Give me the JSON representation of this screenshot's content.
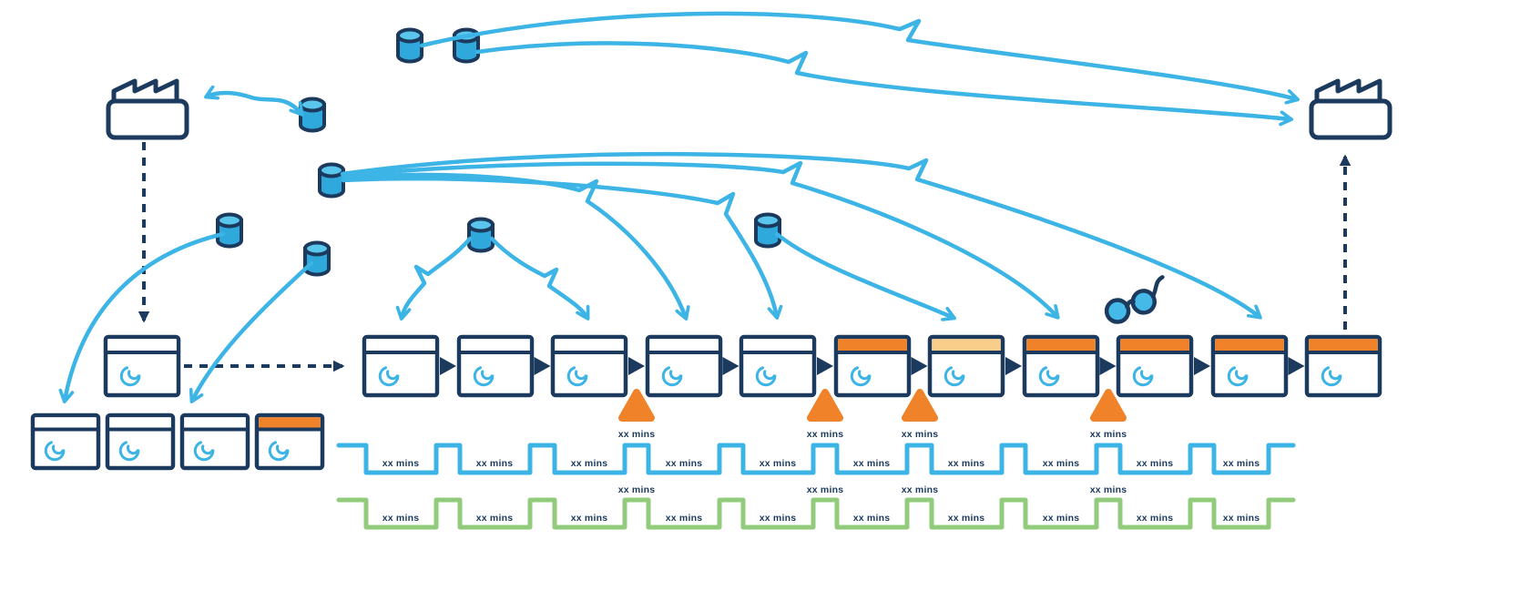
{
  "diagram": {
    "type": "value-stream-map"
  },
  "colors": {
    "navy": "#1B3A5E",
    "blue": "#3CB4E5",
    "orange": "#F0832A",
    "light_orange": "#F9CD8A",
    "green": "#93CB7C"
  },
  "icons": {
    "factory": "factory-icon",
    "inventory": "cylinder-icon",
    "operator": "operator-spiral-icon",
    "push": "push-arrow-icon",
    "alert": "alert-triangle-icon",
    "review": "glasses-icon",
    "info_flow": "info-flow-arrow",
    "scheduled_flow": "dashed-arrow"
  },
  "process_row": {
    "box_count": 11,
    "header_styles": [
      "white",
      "white",
      "white",
      "white",
      "white",
      "orange",
      "light-orange",
      "orange",
      "orange",
      "orange",
      "orange"
    ]
  },
  "side_boxes": {
    "box_count": 4,
    "header_styles": [
      "white",
      "white",
      "white",
      "orange"
    ]
  },
  "timelines": {
    "blue": {
      "segment_labels": [
        "xx mins",
        "xx mins",
        "xx mins",
        "xx mins",
        "xx mins",
        "xx mins",
        "xx mins",
        "xx mins",
        "xx mins",
        "xx mins"
      ],
      "peak_labels": [
        "xx mins",
        "xx mins",
        "xx mins",
        "xx mins"
      ]
    },
    "green": {
      "segment_labels": [
        "xx mins",
        "xx mins",
        "xx mins",
        "xx mins",
        "xx mins",
        "xx mins",
        "xx mins",
        "xx mins",
        "xx mins",
        "xx mins"
      ],
      "peak_labels": [
        "xx mins",
        "xx mins",
        "xx mins",
        "xx mins"
      ]
    }
  }
}
